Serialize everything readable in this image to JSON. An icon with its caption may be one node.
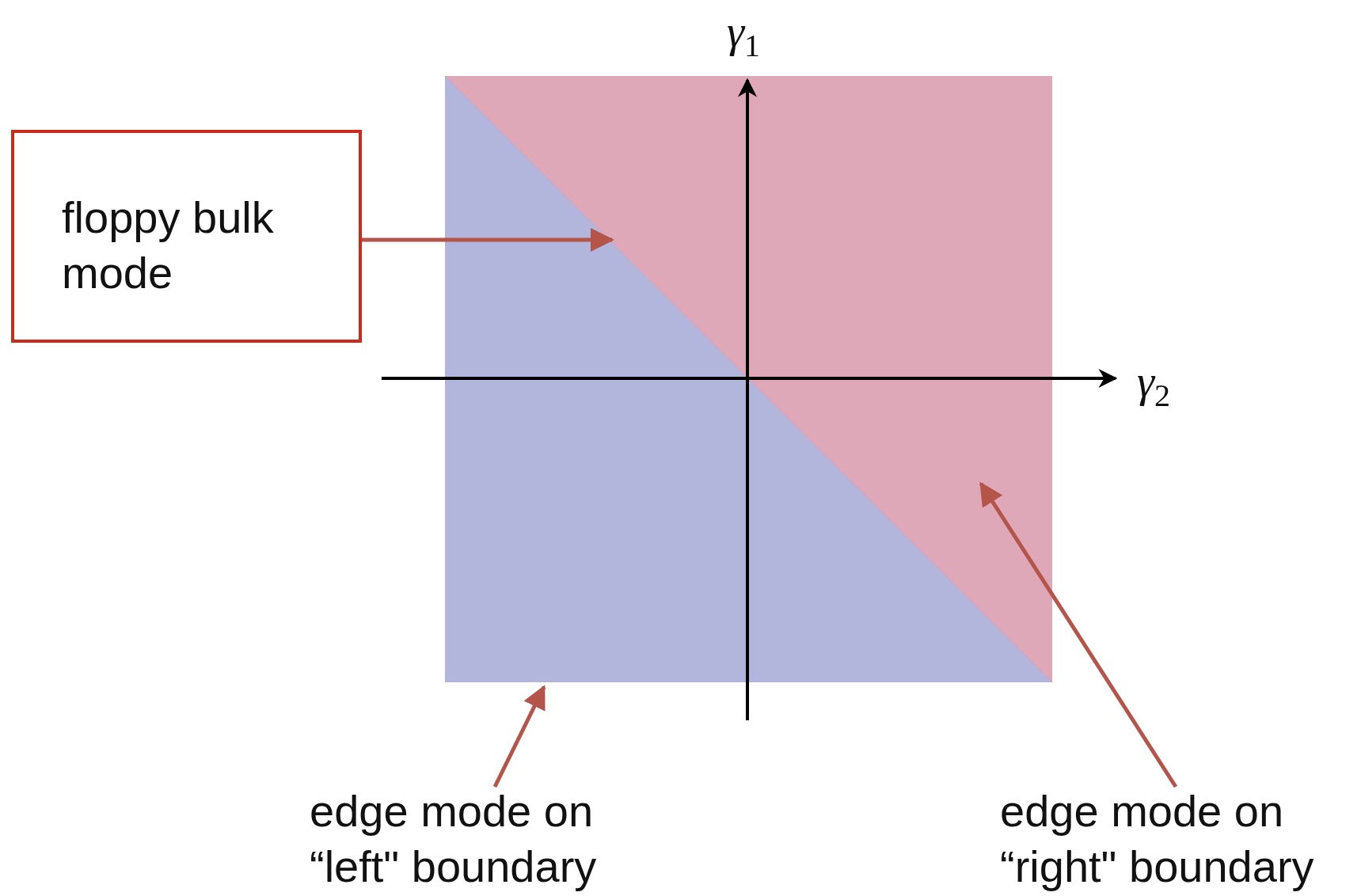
{
  "diagram": {
    "nodes": [
      {
        "text": [
          "floppy bulk mode"
        ]
      },
      {
        "text": [
          "edge mode on “left\" boundary"
        ]
      },
      {
        "text": [
          "edge mode on “right\" boundary"
        ]
      },
      {
        "text": [],
        "shape": "line"
      },
      {
        "text": [],
        "shape": "triangle"
      },
      {
        "text": [],
        "shape": "triangle"
      }
    ],
    "edges": [
      {
        "from": 0,
        "to": 3,
        "arrow": "to"
      },
      {
        "from": 1,
        "to": 4,
        "arrow": "to"
      },
      {
        "from": 2,
        "to": 5,
        "arrow": "to"
      }
    ],
    "labels": [
      "γ$_{1}$",
      "γ$_{2}$"
    ]
  }
}
